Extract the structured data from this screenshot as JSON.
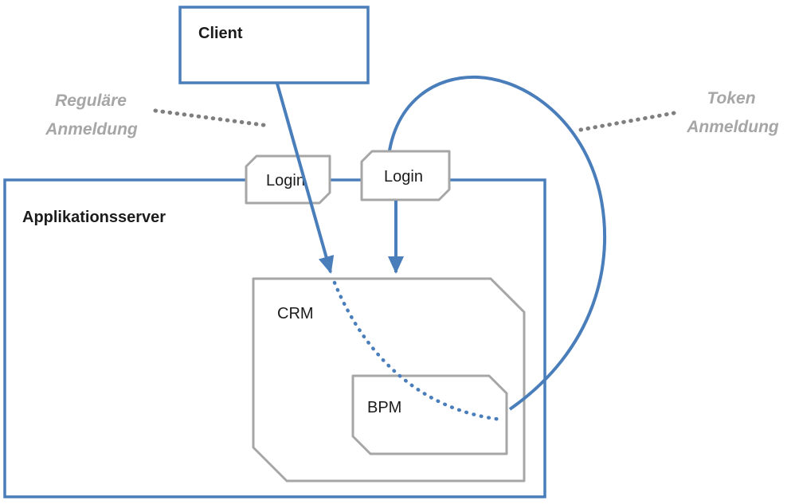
{
  "diagram": {
    "nodes": {
      "client": {
        "label": "Client"
      },
      "appserver": {
        "label": "Applikationsserver"
      },
      "login_left": {
        "label": "Login"
      },
      "login_right": {
        "label": "Login"
      },
      "crm": {
        "label": "CRM"
      },
      "bpm": {
        "label": "BPM"
      }
    },
    "annotations": {
      "left": {
        "line1": "Reguläre",
        "line2": "Anmeldung"
      },
      "right": {
        "line1": "Token",
        "line2": "Anmeldung"
      }
    },
    "colors": {
      "accent_blue": "#4a7ebb",
      "box_border_gray": "#a6a6a6",
      "annotation_text_gray": "#a6a6a6",
      "connector_dot_gray": "#7f7f7f",
      "label_text_dark": "#1c1c1c"
    }
  }
}
